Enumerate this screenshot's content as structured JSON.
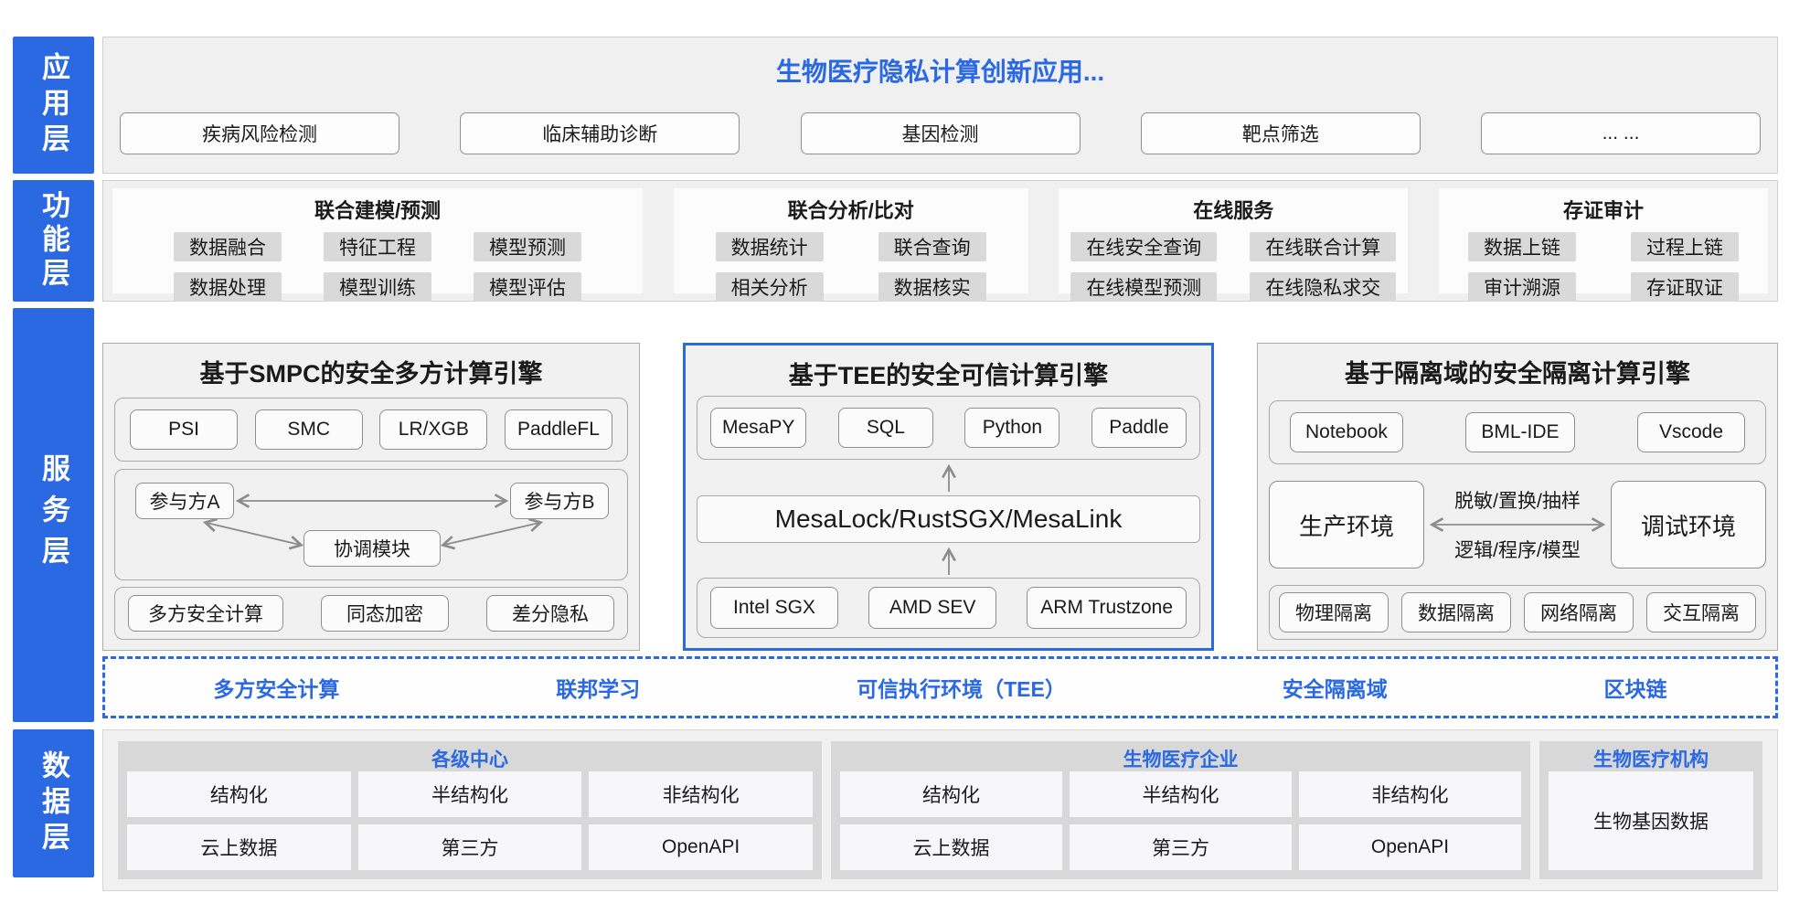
{
  "colors": {
    "accent": "#2A69E2",
    "band_bg": "#F0F0F0",
    "chip_bg": "#D9D9D9",
    "group_bg": "#D8D8D8",
    "cell_bg": "#F7F7F9"
  },
  "sidebar": {
    "application": "应用层",
    "function": "功能层",
    "service": "服务层",
    "data": "数据层"
  },
  "application": {
    "title": "生物医疗隐私计算创新应用...",
    "apps": [
      "疾病风险检测",
      "临床辅助诊断",
      "基因检测",
      "靶点筛选",
      "... ..."
    ]
  },
  "function": {
    "groups": [
      {
        "title": "联合建模/预测",
        "rows": [
          [
            "数据融合",
            "特征工程",
            "模型预测"
          ],
          [
            "数据处理",
            "模型训练",
            "模型评估"
          ]
        ]
      },
      {
        "title": "联合分析/比对",
        "rows": [
          [
            "数据统计",
            "联合查询"
          ],
          [
            "相关分析",
            "数据核实"
          ]
        ]
      },
      {
        "title": "在线服务",
        "rows": [
          [
            "在线安全查询",
            "在线联合计算"
          ],
          [
            "在线模型预测",
            "在线隐私求交"
          ]
        ]
      },
      {
        "title": "存证审计",
        "rows": [
          [
            "数据上链",
            "过程上链"
          ],
          [
            "审计溯源",
            "存证取证"
          ]
        ]
      }
    ]
  },
  "service": {
    "smpc": {
      "title": "基于SMPC的安全多方计算引擎",
      "algorithms": [
        "PSI",
        "SMC",
        "LR/XGB",
        "PaddleFL"
      ],
      "party_a": "参与方A",
      "party_b": "参与方B",
      "coordinator": "协调模块",
      "primitives": [
        "多方安全计算",
        "同态加密",
        "差分隐私"
      ]
    },
    "tee": {
      "title": "基于TEE的安全可信计算引擎",
      "runtimes": [
        "MesaPY",
        "SQL",
        "Python",
        "Paddle"
      ],
      "middleware": "MesaLock/RustSGX/MesaLink",
      "hardware": [
        "Intel SGX",
        "AMD SEV",
        "ARM Trustzone"
      ]
    },
    "isolation": {
      "title": "基于隔离域的安全隔离计算引擎",
      "ides": [
        "Notebook",
        "BML-IDE",
        "Vscode"
      ],
      "prod_env": "生产环境",
      "debug_env": "调试环境",
      "arrow_top": "脱敏/置换/抽样",
      "arrow_bottom": "逻辑/程序/模型",
      "isolations": [
        "物理隔离",
        "数据隔离",
        "网络隔离",
        "交互隔离"
      ]
    },
    "foundation": [
      "多方安全计算",
      "联邦学习",
      "可信执行环境（TEE）",
      "安全隔离域",
      "区块链"
    ]
  },
  "data_layer": {
    "groups": [
      {
        "title": "各级中心",
        "rows": [
          [
            "结构化",
            "半结构化",
            "非结构化"
          ],
          [
            "云上数据",
            "第三方",
            "OpenAPI"
          ]
        ]
      },
      {
        "title": "生物医疗企业",
        "rows": [
          [
            "结构化",
            "半结构化",
            "非结构化"
          ],
          [
            "云上数据",
            "第三方",
            "OpenAPI"
          ]
        ]
      },
      {
        "title": "生物医疗机构",
        "cell": "生物基因数据"
      }
    ]
  }
}
